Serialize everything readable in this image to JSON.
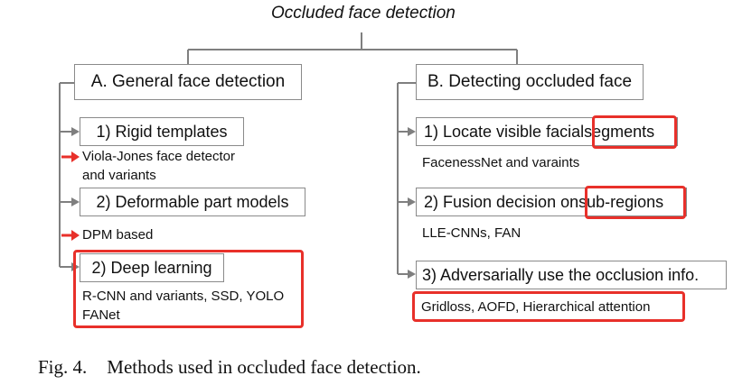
{
  "title": "Occluded face detection",
  "colors": {
    "connector": "#7f7f7f",
    "highlight": "#e8302a"
  },
  "left": {
    "header": "A. General face detection",
    "items": [
      {
        "label": "1) Rigid templates",
        "sub": [
          "Viola-Jones face detector",
          "and variants"
        ]
      },
      {
        "label": "2) Deformable part models",
        "sub": [
          "DPM based"
        ]
      },
      {
        "label": "2) Deep learning",
        "sub": [
          "R-CNN and variants, SSD, YOLO",
          "FANet"
        ]
      }
    ]
  },
  "right": {
    "header": "B. Detecting occluded face",
    "items": [
      {
        "label_pre": "1) Locate visible facial ",
        "label_hl": "segments",
        "sub": "FacenessNet and varaints"
      },
      {
        "label_pre": "2) Fusion decision on ",
        "label_hl": "sub-regions",
        "sub": "LLE-CNNs, FAN"
      },
      {
        "label": "3) Adversarially use the occlusion info.",
        "sub": "Gridloss, AOFD, Hierarchical attention"
      }
    ]
  },
  "caption": {
    "prefix": "Fig. 4.",
    "text": "Methods used in occluded face detection."
  }
}
